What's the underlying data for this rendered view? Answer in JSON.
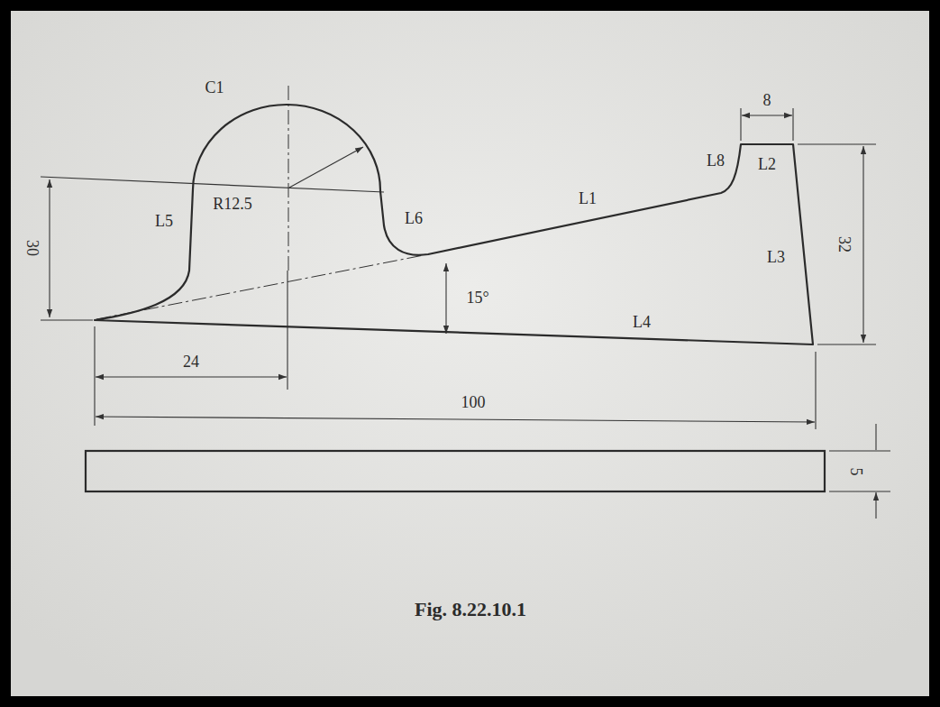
{
  "diagram": {
    "caption": "Fig. 8.22.10.1",
    "labels": [
      "C1",
      "R12.5",
      "L5",
      "L6",
      "L1",
      "L8",
      "L2",
      "L3",
      "L4",
      "15°",
      "8",
      "32",
      "30",
      "24",
      "100",
      "5"
    ]
  }
}
